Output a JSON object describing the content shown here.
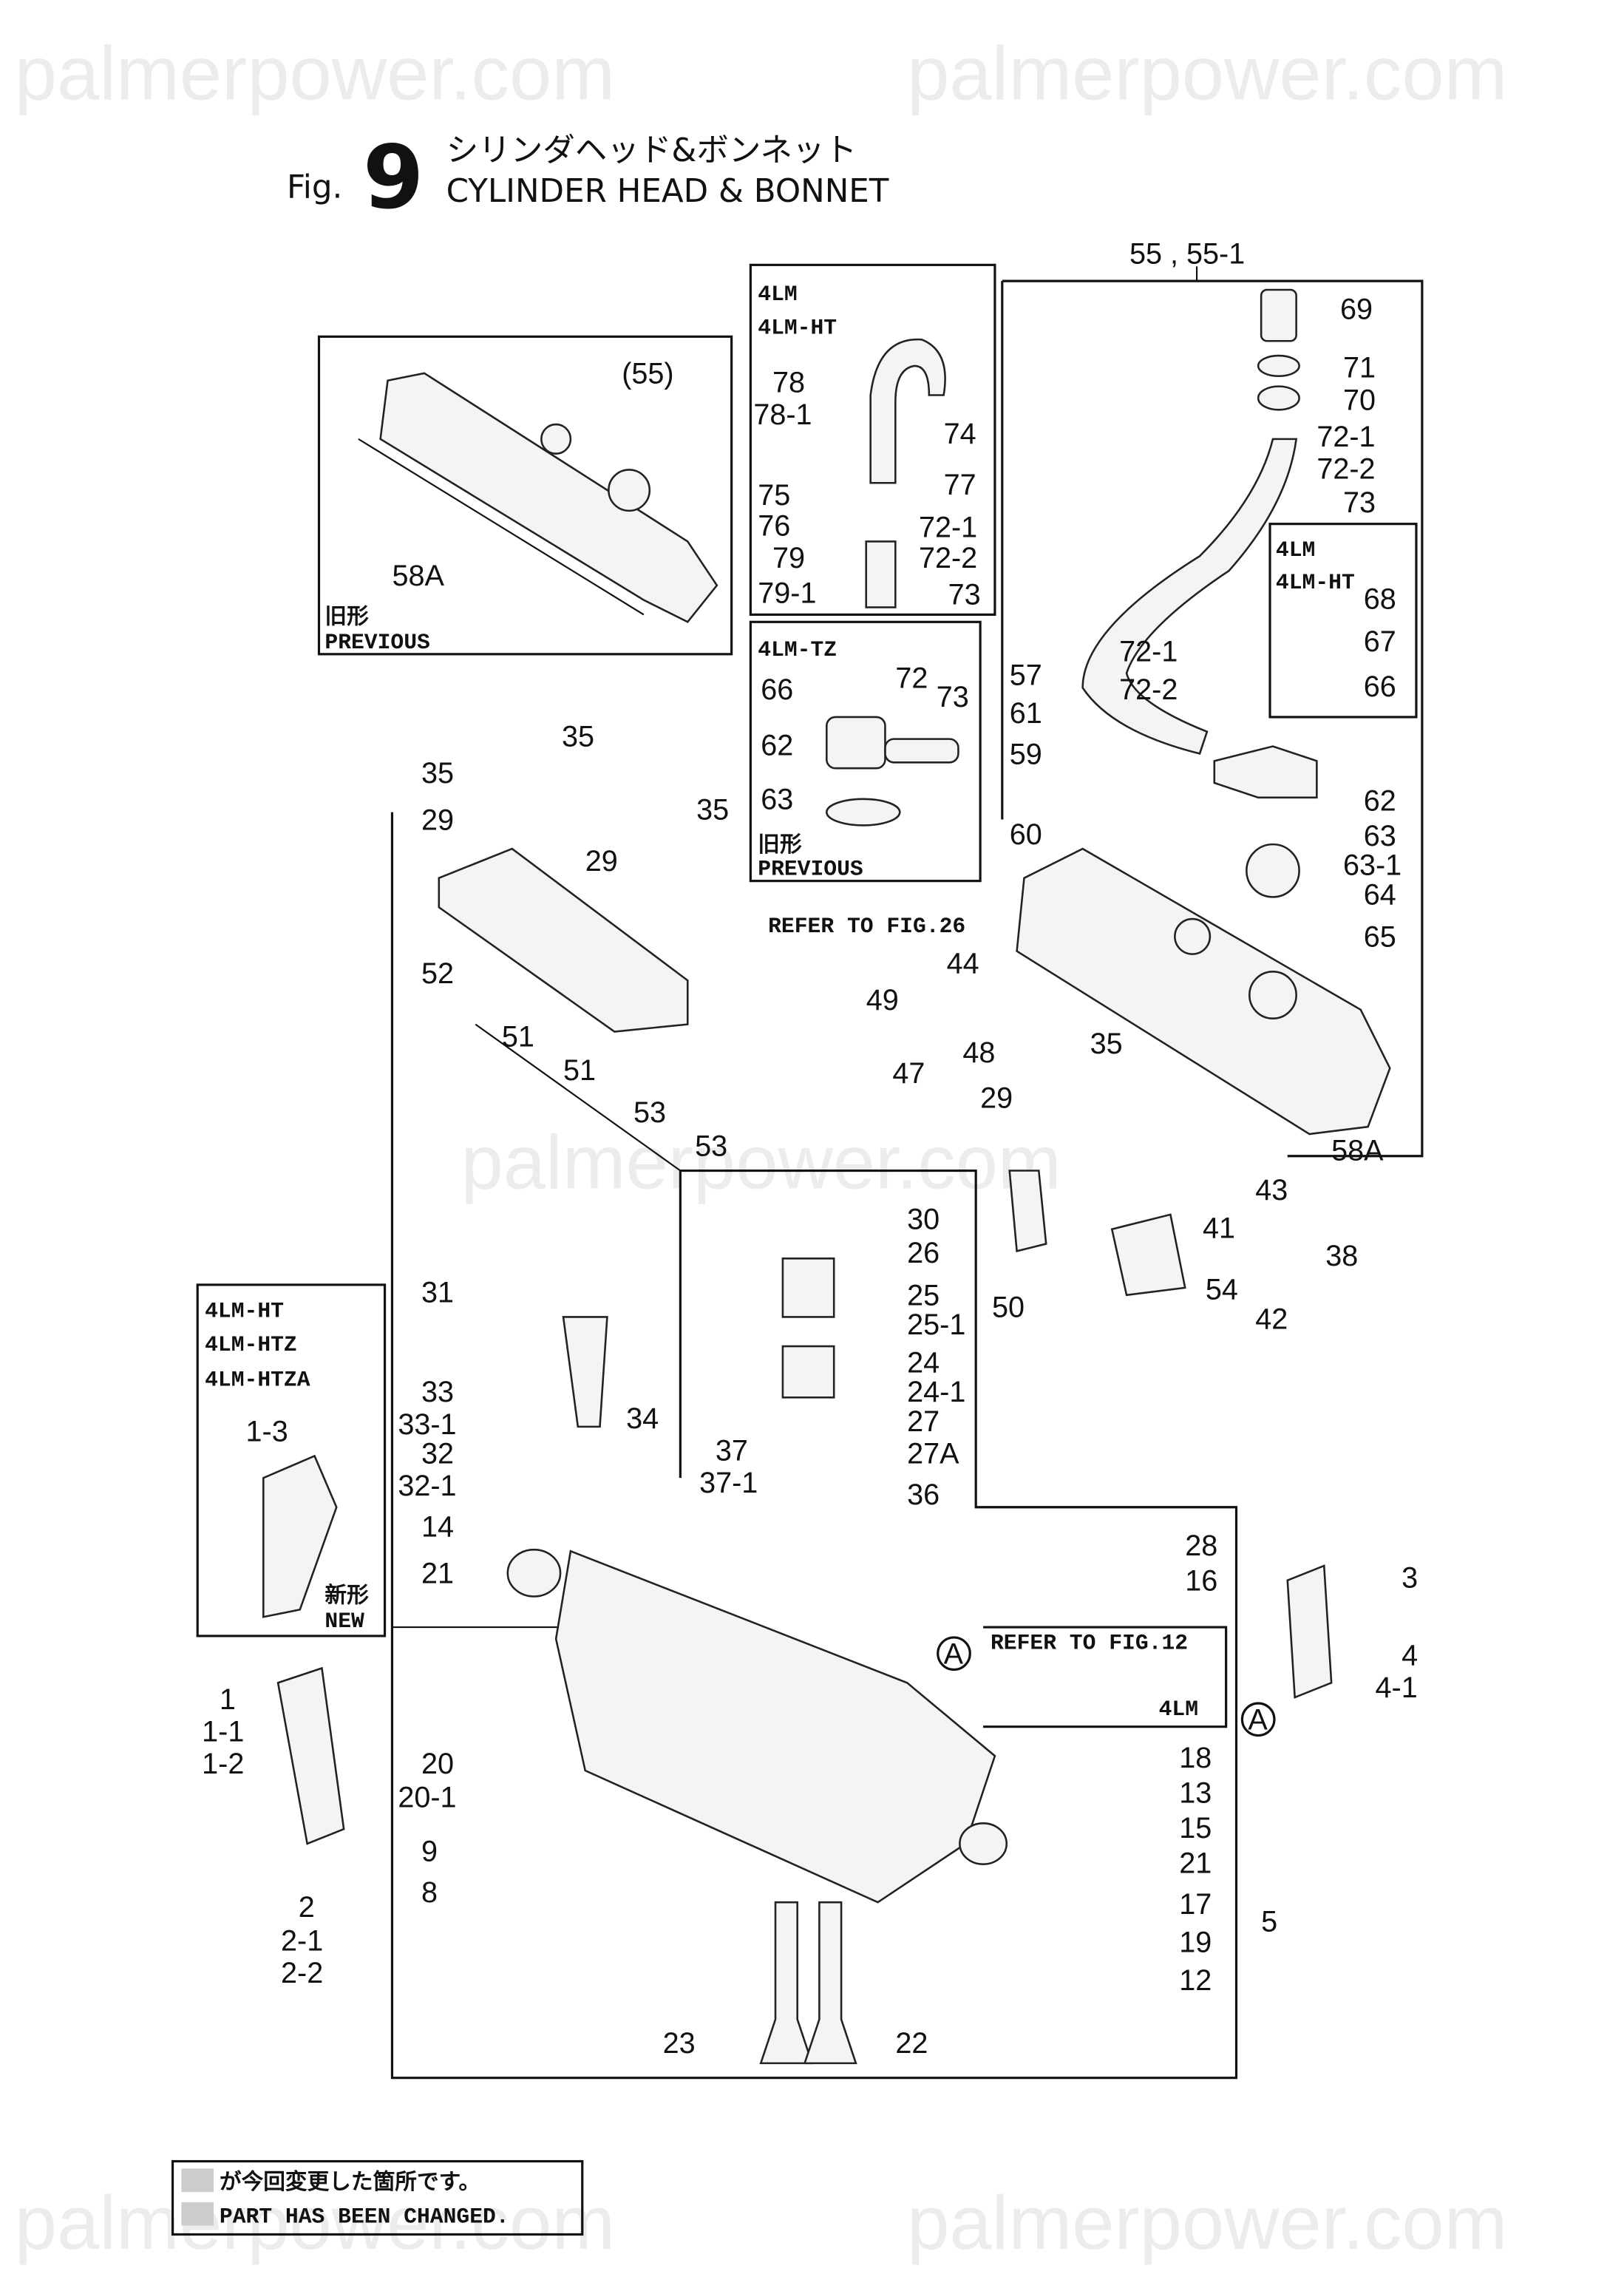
{
  "watermark": "palmerpower.com",
  "title": {
    "fig_prefix": "Fig.",
    "fig_number": "9",
    "japanese": "シリンダヘッド&ボンネット",
    "english": "CYLINDER HEAD & BONNET"
  },
  "insets": {
    "previous_bonnet": {
      "labels": [
        "(55)",
        "58A"
      ],
      "tag_jp": "旧形",
      "tag_en": "PREVIOUS"
    },
    "breather_4lm": {
      "models": [
        "4LM",
        "4LM-HT"
      ],
      "labels": [
        "78",
        "78-1",
        "74",
        "77",
        "75",
        "76",
        "72-1",
        "79",
        "72-2",
        "79-1",
        "73"
      ]
    },
    "breather_4lmtz": {
      "models": [
        "4LM-TZ"
      ],
      "labels": [
        "66",
        "72",
        "73",
        "62",
        "63"
      ],
      "tag_jp": "旧形",
      "tag_en": "PREVIOUS"
    },
    "bracket_new": {
      "models": [
        "4LM-HT",
        "4LM-HTZ",
        "4LM-HTZA"
      ],
      "labels": [
        "1-3"
      ],
      "tag_jp": "新形",
      "tag_en": "NEW"
    },
    "bonnet_4lm": {
      "models": [
        "4LM",
        "4LM-HT"
      ]
    },
    "refer_fig12": {
      "text": "REFER TO FIG.12",
      "model": "4LM"
    }
  },
  "bonnet_group_label": "55 , 55-1",
  "refer_fig26": "REFER TO FIG.26",
  "callouts": [
    "A",
    "A"
  ],
  "part_labels": [
    "69",
    "71",
    "70",
    "72-1",
    "72-2",
    "73",
    "68",
    "67",
    "66",
    "72-1",
    "72-2",
    "57",
    "61",
    "59",
    "60",
    "62",
    "63",
    "63-1",
    "64",
    "65",
    "58A",
    "35",
    "35",
    "35",
    "29",
    "29",
    "52",
    "51",
    "51",
    "53",
    "53",
    "44",
    "49",
    "47",
    "48",
    "35",
    "29",
    "50",
    "30",
    "26",
    "25",
    "25-1",
    "24",
    "24-1",
    "27",
    "27A",
    "37",
    "37-1",
    "36",
    "43",
    "41",
    "38",
    "54",
    "42",
    "31",
    "33",
    "33-1",
    "32",
    "32-1",
    "34",
    "14",
    "21",
    "20",
    "20-1",
    "9",
    "8",
    "1",
    "1-1",
    "1-2",
    "2",
    "2-1",
    "2-2",
    "28",
    "16",
    "3",
    "4",
    "4-1",
    "18",
    "13",
    "15",
    "21",
    "17",
    "5",
    "19",
    "12",
    "23",
    "22"
  ],
  "footnote": {
    "japanese": "が今回変更した箇所です。",
    "english": "PART HAS BEEN CHANGED."
  }
}
